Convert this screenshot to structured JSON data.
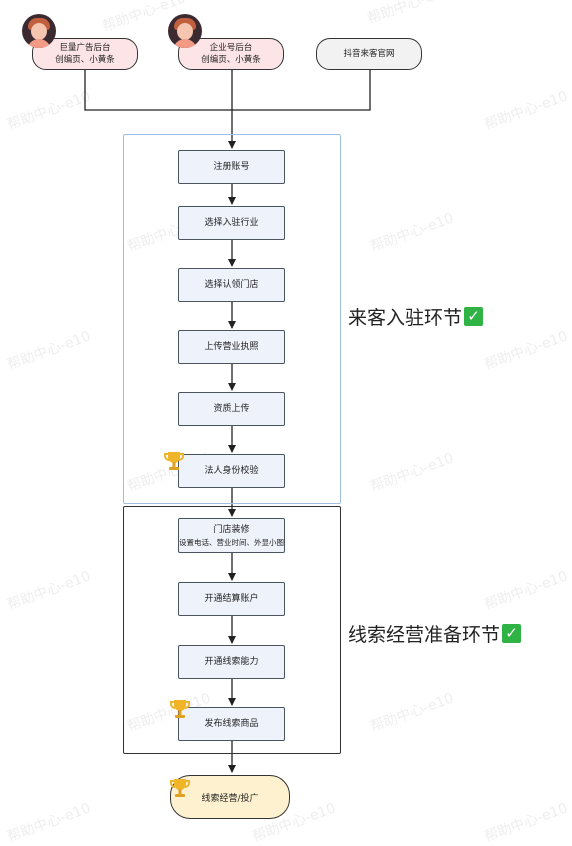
{
  "sources": [
    {
      "line1": "巨量广告后台",
      "line2": "创编页、小黄条",
      "style": "pink",
      "avatar": "user-avatar"
    },
    {
      "line1": "企业号后台",
      "line2": "创编页、小黄条",
      "style": "pink",
      "avatar": "user-avatar"
    },
    {
      "line1": "抖音来客官网",
      "line2": "",
      "style": "gray"
    }
  ],
  "stage1": {
    "label": "来客入驻环节",
    "check": "✓",
    "steps": [
      {
        "text": "注册账号"
      },
      {
        "text": "选择入驻行业"
      },
      {
        "text": "选择认领门店"
      },
      {
        "text": "上传营业执照"
      },
      {
        "text": "资质上传"
      },
      {
        "text": "法人身份校验",
        "icon": "trophy-icon"
      }
    ]
  },
  "stage2": {
    "label": "线索经营准备环节",
    "check": "✓",
    "steps": [
      {
        "text": "门店装修",
        "sub": "设置电话、营业时间、外显小图"
      },
      {
        "text": "开通结算账户"
      },
      {
        "text": "开通线索能力"
      },
      {
        "text": "发布线索商品",
        "icon": "trophy-icon"
      }
    ]
  },
  "final": {
    "text": "线索经营/投广",
    "icon": "trophy-icon"
  },
  "watermark": "帮助中心-e10",
  "colors": {
    "step_fill": "#eef2fb",
    "pill_pink": "#fde4e6",
    "pill_gray": "#f2f2f2",
    "final_fill": "#fdf1cf",
    "frame1_border": "#9fbfe6",
    "frame2_border": "#333333",
    "check_green": "#2fb344",
    "trophy_gold": "#f0b429"
  }
}
